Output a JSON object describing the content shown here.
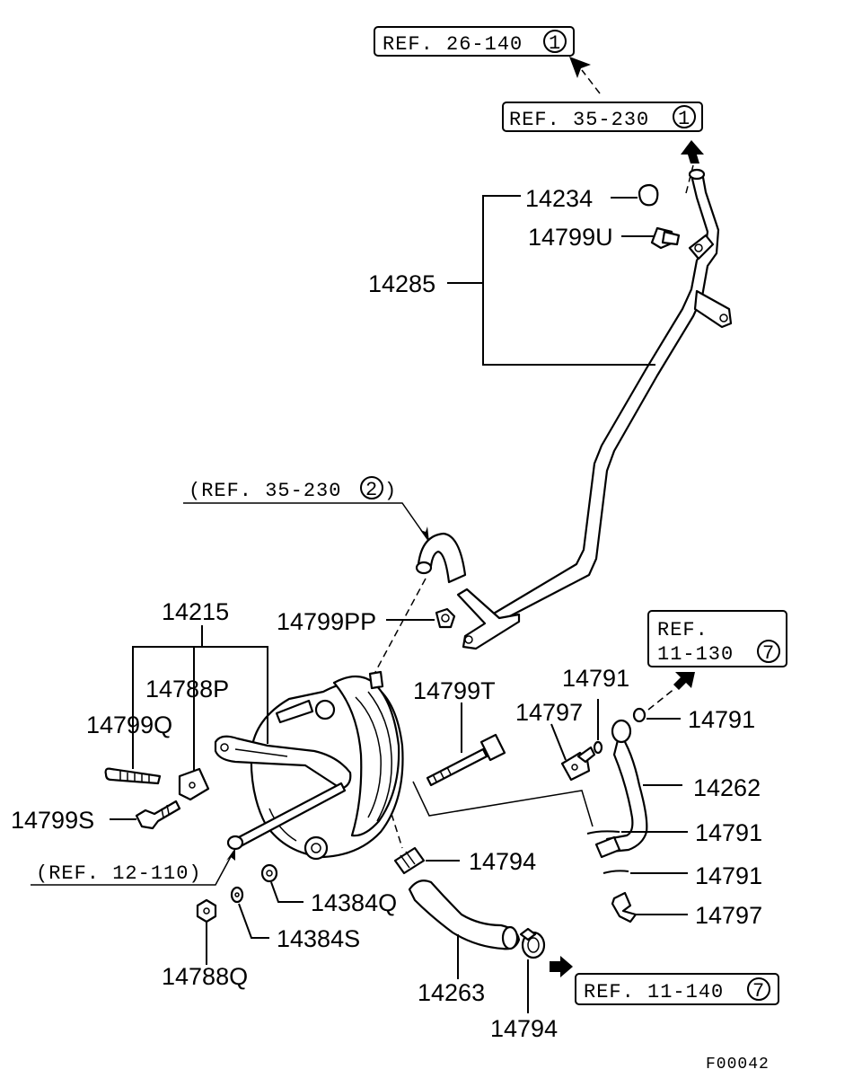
{
  "references": {
    "ref_26_140": {
      "text": "REF. 26-140",
      "circle": "1"
    },
    "ref_35_230_1": {
      "text": "REF. 35-230",
      "circle": "1"
    },
    "ref_35_230_2": {
      "text": "(REF. 35-230",
      "circle": "2",
      "close": ")"
    },
    "ref_11_130": {
      "line1": "REF.",
      "line2": "11-130",
      "circle": "7"
    },
    "ref_12_110": {
      "text": "(REF. 12-110)"
    },
    "ref_11_140": {
      "text": "REF. 11-140",
      "circle": "7"
    }
  },
  "parts": {
    "p14234": "14234",
    "p14799U": "14799U",
    "p14285": "14285",
    "p14799PP": "14799PP",
    "p14215": "14215",
    "p14788P": "14788P",
    "p14799Q": "14799Q",
    "p14799S": "14799S",
    "p14799T": "14799T",
    "p14791_top": "14791",
    "p14797_top": "14797",
    "p14791_right": "14791",
    "p14262": "14262",
    "p14791_mid": "14791",
    "p14794_upper": "14794",
    "p14791_low": "14791",
    "p14797_low": "14797",
    "p14384Q": "14384Q",
    "p14384S": "14384S",
    "p14788Q": "14788Q",
    "p14263": "14263",
    "p14794_lower": "14794"
  },
  "figure_code": "F00042"
}
